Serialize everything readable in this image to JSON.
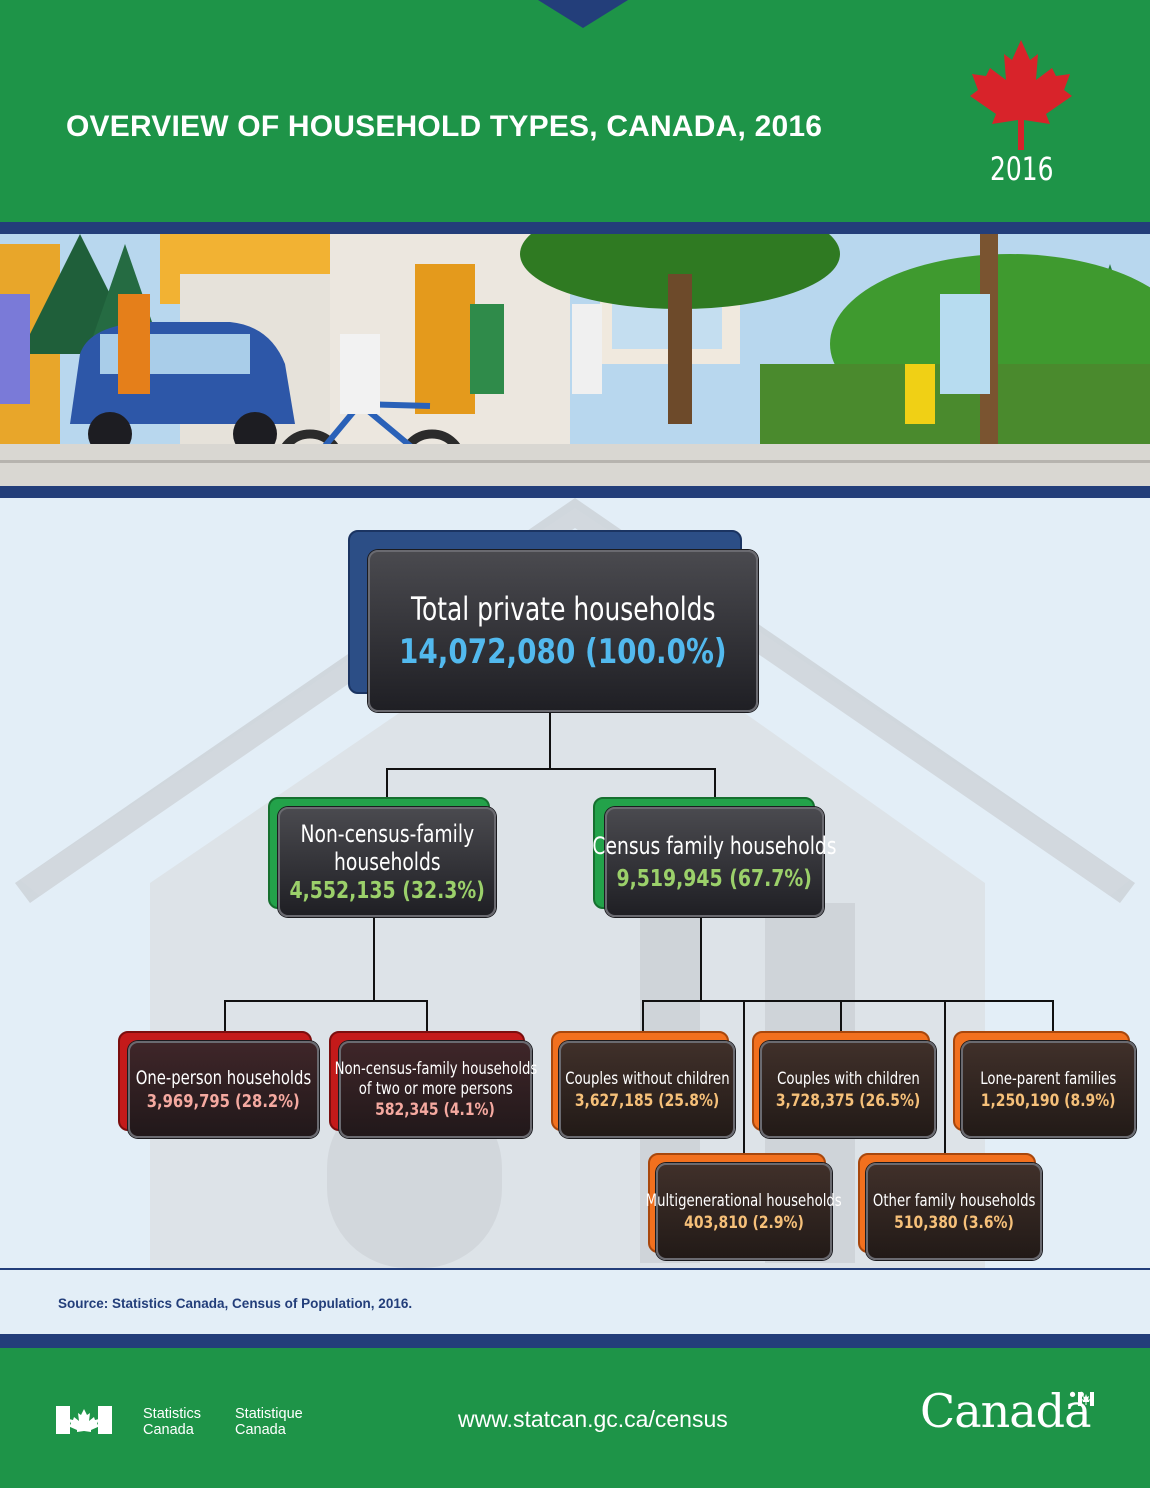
{
  "header": {
    "title": "OVERVIEW OF HOUSEHOLD TYPES, CANADA, 2016",
    "census_logo_year": "2016",
    "colors": {
      "green": "#1e9448",
      "navy": "#233e7a"
    }
  },
  "banner": {
    "icon": "neighbourhood-scene-illustration"
  },
  "diagram": {
    "root": {
      "label": "Total private households",
      "value": "14,072,080 (100.0%)",
      "value_color": "#52b9ee"
    },
    "non_census": {
      "label_line1": "Non-census-family",
      "label_line2": "households",
      "value": "4,552,135 (32.3%)",
      "value_color": "#9bd06a"
    },
    "census": {
      "label": "Census family households",
      "value": "9,519,945 (67.7%)",
      "value_color": "#9bd06a"
    },
    "one_person": {
      "label": "One-person households",
      "value": "3,969,795 (28.2%)",
      "value_color": "#f5a9a0"
    },
    "two_or_more": {
      "label_line1": "Non-census-family households",
      "label_line2": "of two or more persons",
      "value": "582,345 (4.1%)",
      "value_color": "#f5a9a0"
    },
    "couples_without": {
      "label": "Couples without children",
      "value": "3,627,185 (25.8%)",
      "value_color": "#f6c079"
    },
    "couples_with": {
      "label": "Couples with children",
      "value": "3,728,375 (26.5%)",
      "value_color": "#f6c079"
    },
    "lone_parent": {
      "label": "Lone-parent families",
      "value": "1,250,190 (8.9%)",
      "value_color": "#f6c079"
    },
    "multigenerational": {
      "label": "Multigenerational households",
      "value": "403,810 (2.9%)",
      "value_color": "#f6c079"
    },
    "other_family": {
      "label": "Other family households",
      "value": "510,380 (3.6%)",
      "value_color": "#f6c079"
    }
  },
  "source": "Source: Statistics Canada, Census of Population, 2016.",
  "footer": {
    "agency_en_line1": "Statistics",
    "agency_en_line2": "Canada",
    "agency_fr_line1": "Statistique",
    "agency_fr_line2": "Canada",
    "website": "www.statcan.gc.ca/census",
    "wordmark": "Canadä"
  }
}
